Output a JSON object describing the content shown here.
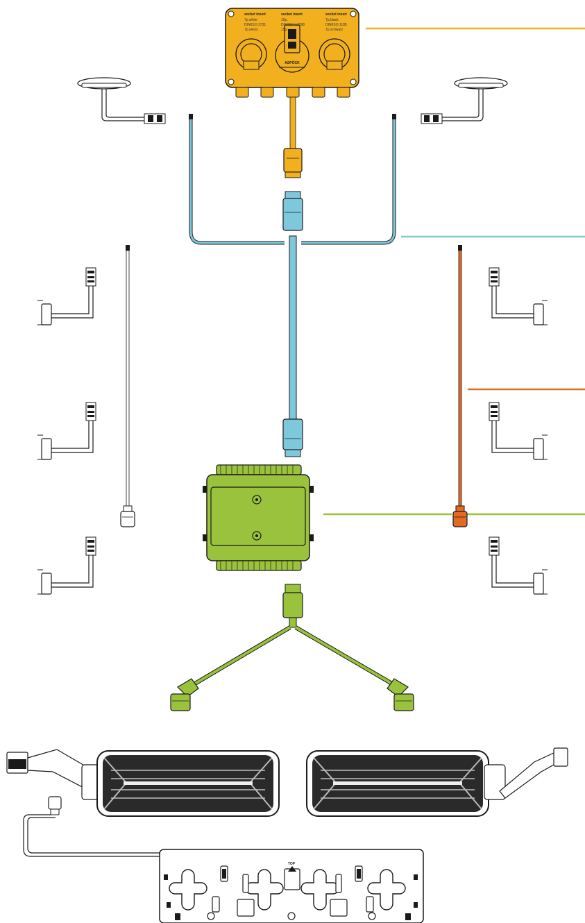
{
  "socket_box": {
    "left": {
      "l1": "socket insert",
      "l2": "7p.white",
      "l3": "DIN/ISO 3731",
      "l4": "7p.weiss"
    },
    "center": {
      "l1": "socket insert",
      "l2": "15p.",
      "l3": "DIN/ISO 12098",
      "l4": "15p."
    },
    "right": {
      "l1": "socket insert",
      "l2": "7p.black",
      "l3": "DIN/ISO 1185",
      "l4": "7p.schwarz"
    },
    "brand": "ASPÖCK"
  },
  "mount_plate": {
    "top_label": "TOP"
  },
  "colors": {
    "yellow": "#f2b01e",
    "blue": "#7fc8dc",
    "green": "#9ac23c",
    "orange": "#e46a24",
    "outline": "#1a1a1a"
  },
  "icons": [
    "marker-lamp-icon",
    "tail-light-icon",
    "connector-icon",
    "junction-box-icon",
    "antenna-lamp-icon"
  ]
}
